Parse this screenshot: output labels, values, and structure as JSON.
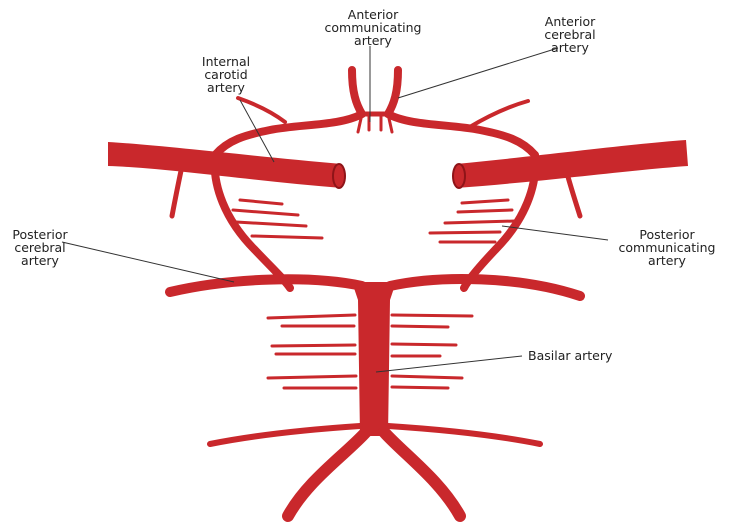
{
  "colors": {
    "artery": "#c9282c",
    "artery_dark": "#8f1418",
    "leader": "#333333",
    "text": "#222222",
    "background": "#ffffff"
  },
  "labels": {
    "anterior_communicating": [
      "Anterior",
      "communicating",
      "artery"
    ],
    "anterior_cerebral": [
      "Anterior",
      "cerebral",
      "artery"
    ],
    "internal_carotid": [
      "Internal",
      "carotid",
      "artery"
    ],
    "posterior_cerebral": [
      "Posterior",
      "cerebral",
      "artery"
    ],
    "posterior_communicating": [
      "Posterior",
      "communicating",
      "artery"
    ],
    "basilar": [
      "Basilar artery"
    ]
  }
}
